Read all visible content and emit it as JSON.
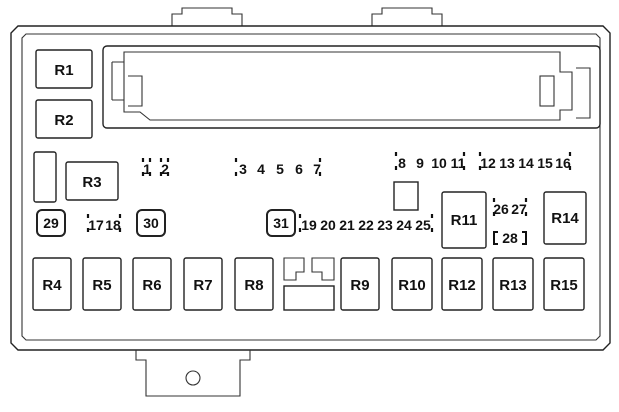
{
  "relays": {
    "r1": "R1",
    "r2": "R2",
    "r3": "R3",
    "r4": "R4",
    "r5": "R5",
    "r6": "R6",
    "r7": "R7",
    "r8": "R8",
    "r9": "R9",
    "r10": "R10",
    "r11": "R11",
    "r12": "R12",
    "r13": "R13",
    "r14": "R14",
    "r15": "R15"
  },
  "fuses": {
    "f1": "1",
    "f2": "2",
    "f3": "3",
    "f4": "4",
    "f5": "5",
    "f6": "6",
    "f7": "7",
    "f8": "8",
    "f9": "9",
    "f10": "10",
    "f11": "11",
    "f12": "12",
    "f13": "13",
    "f14": "14",
    "f15": "15",
    "f16": "16",
    "f17": "17",
    "f18": "18",
    "f19": "19",
    "f20": "20",
    "f21": "21",
    "f22": "22",
    "f23": "23",
    "f24": "24",
    "f25": "25",
    "f26": "26",
    "f27": "27",
    "f28": "28"
  },
  "maxi_fuses": {
    "m29": "29",
    "m30": "30",
    "m31": "31"
  }
}
